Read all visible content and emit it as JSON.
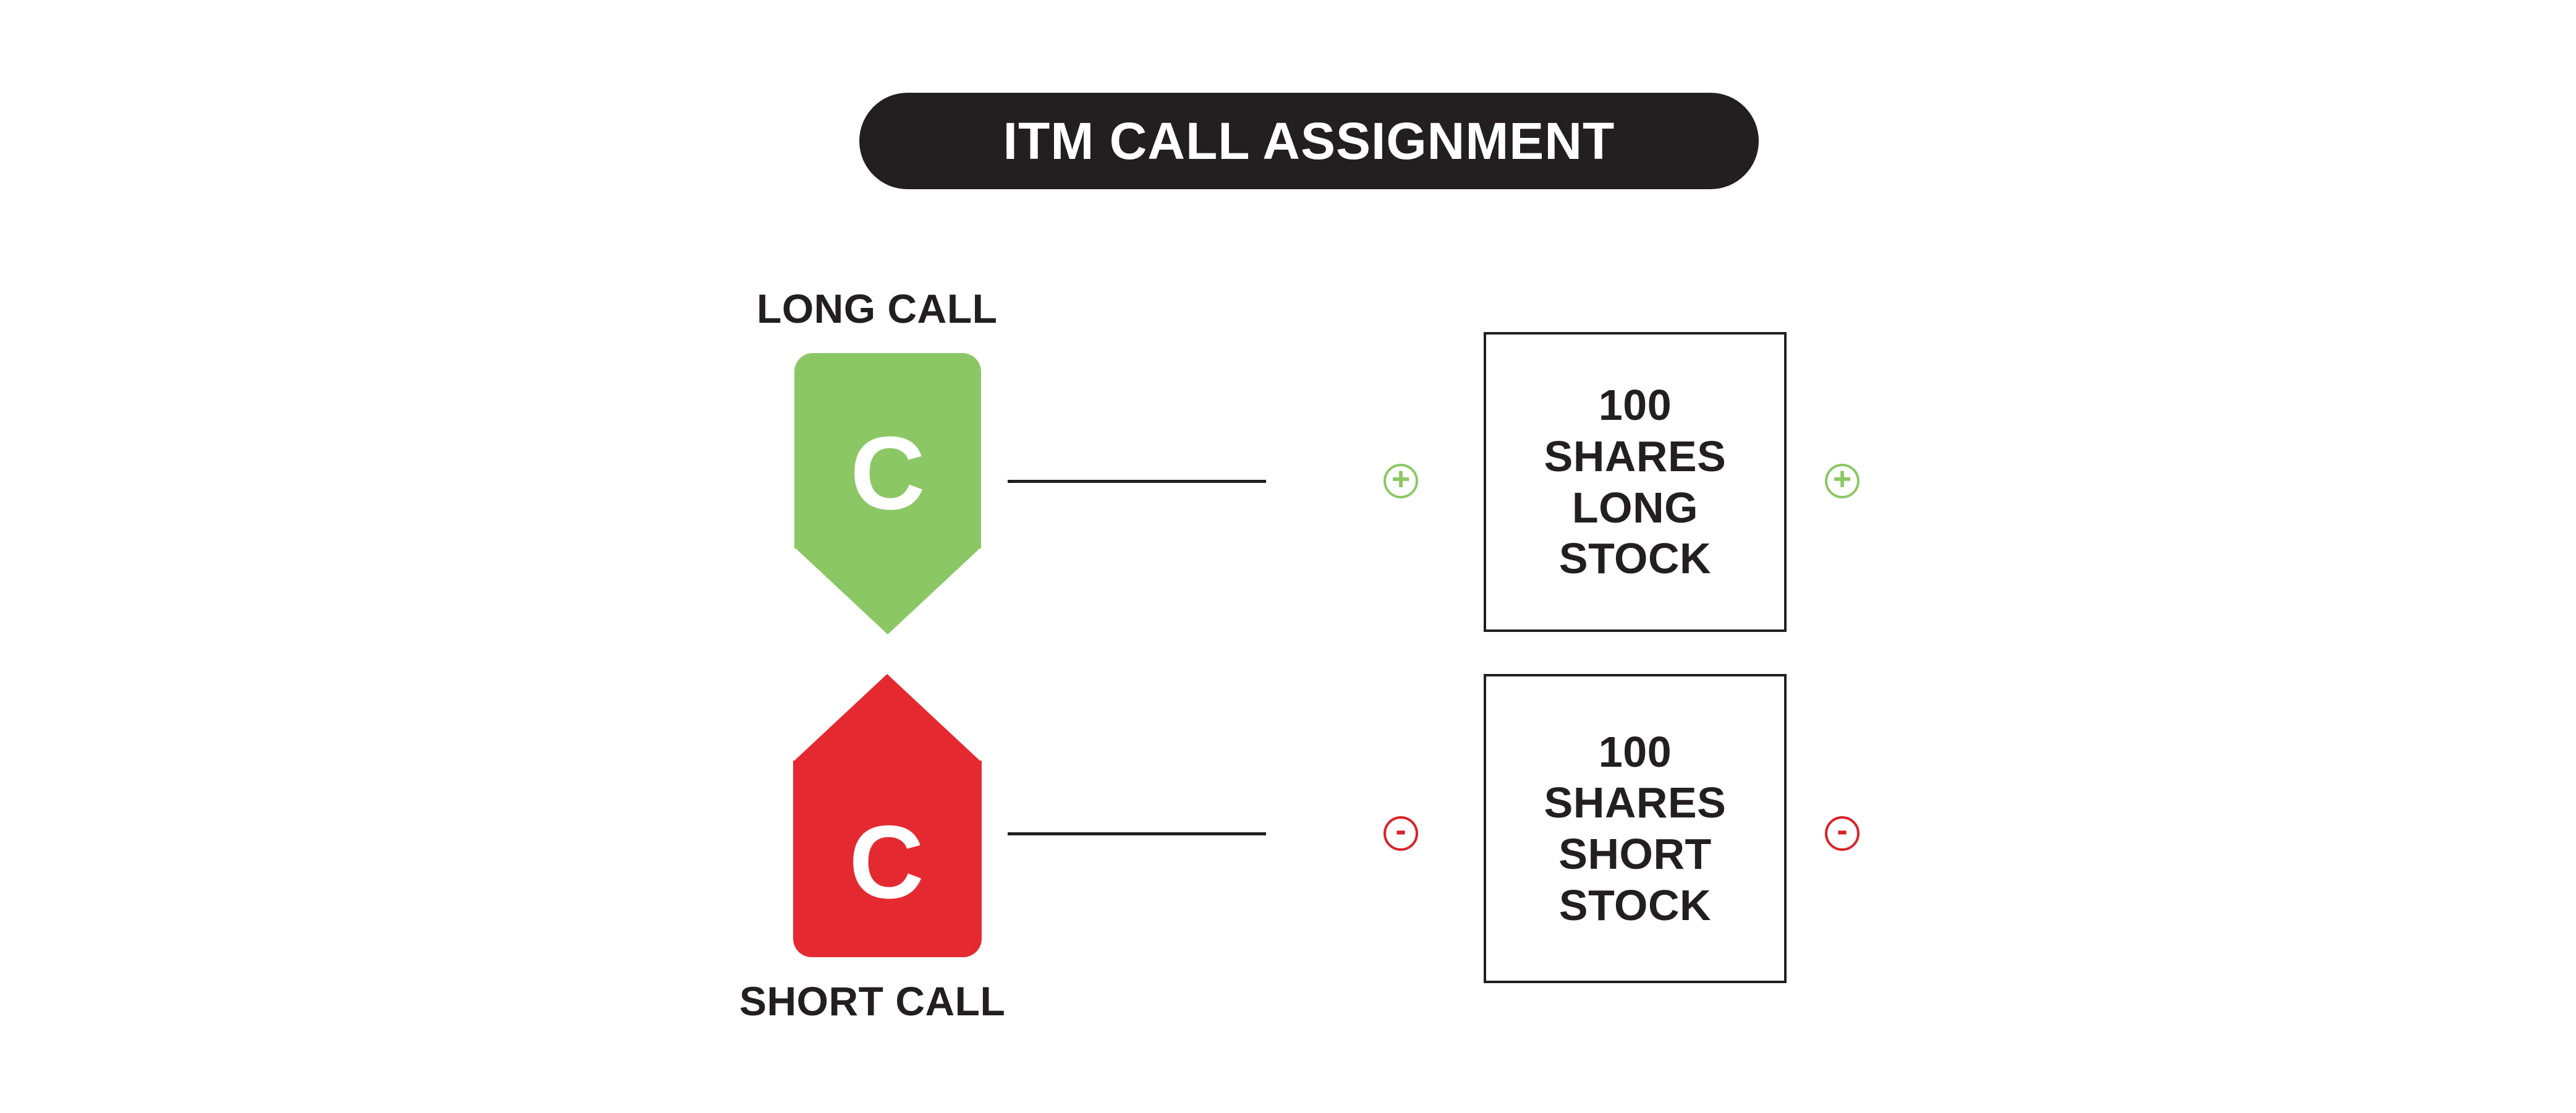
{
  "title": {
    "text": "ITM CALL ASSIGNMENT",
    "pill_color": "#231f20",
    "text_color": "#ffffff"
  },
  "colors": {
    "long_green": "#8cc765",
    "short_red": "#e42a30",
    "minus_red": "#d92229",
    "ink": "#231f20",
    "background": "#ffffff"
  },
  "legs": {
    "long": {
      "label": "LONG CALL",
      "badge_letter": "C",
      "badge_color": "#8cc765",
      "badge_shape": "shield-point-down",
      "sign_left": "+",
      "sign_right": "+",
      "result": {
        "quantity": "100",
        "unit": "SHARES",
        "direction": "LONG",
        "instrument": "STOCK"
      }
    },
    "short": {
      "label": "SHORT CALL",
      "badge_letter": "C",
      "badge_color": "#e42a30",
      "badge_shape": "shield-point-up",
      "sign_left": "-",
      "sign_right": "-",
      "result": {
        "quantity": "100",
        "unit": "SHARES",
        "direction": "SHORT",
        "instrument": "STOCK"
      }
    }
  }
}
